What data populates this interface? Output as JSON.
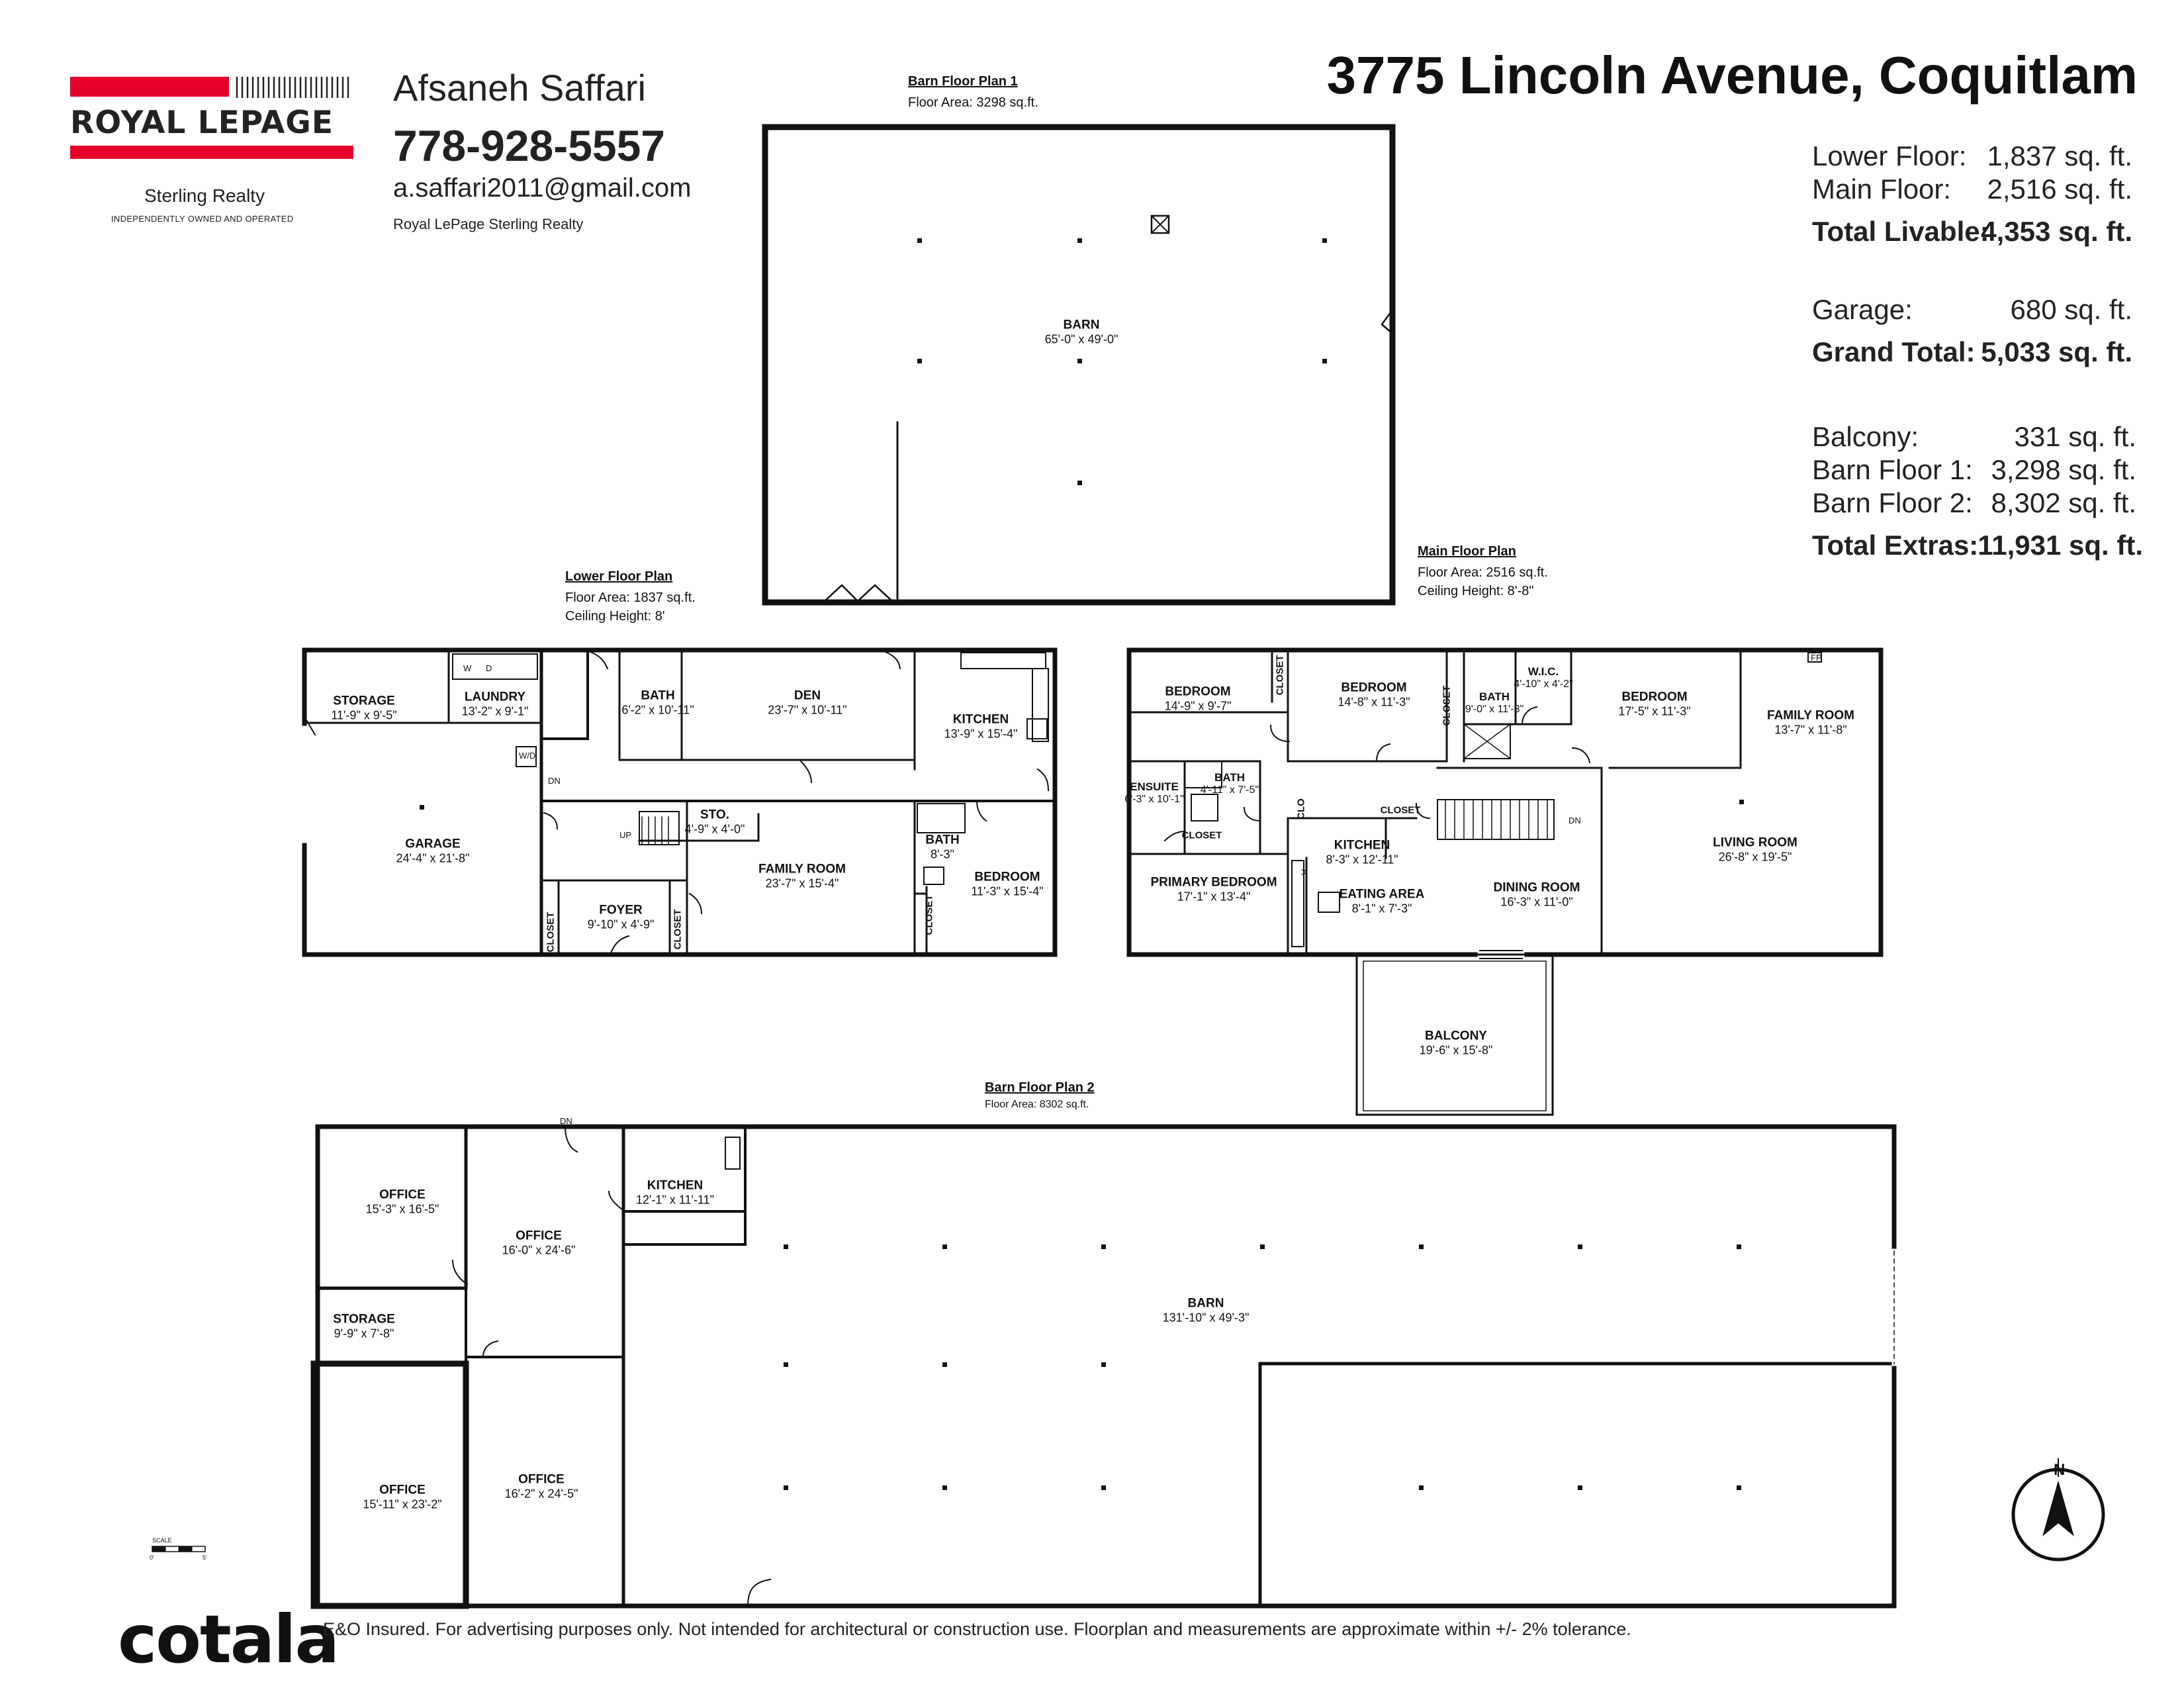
{
  "branding": {
    "logo_text": "ROYAL LEPAGE",
    "office": "Sterling Realty",
    "tagline": "INDEPENDENTLY OWNED AND OPERATED",
    "brand_red": "#e4002b"
  },
  "agent": {
    "name": "Afsaneh Saffari",
    "phone": "778-928-5557",
    "email": "a.saffari2011@gmail.com",
    "company": "Royal LePage Sterling Realty"
  },
  "title": "3775 Lincoln Avenue, Coquitlam",
  "summary": {
    "lower_label": "Lower Floor:",
    "lower_value": "1,837 sq. ft.",
    "main_label": "Main Floor:",
    "main_value": "2,516 sq. ft.",
    "livable_label": "Total Livable:",
    "livable_value": "4,353 sq. ft.",
    "garage_label": "Garage:",
    "garage_value": "680 sq. ft.",
    "grand_label": "Grand Total:",
    "grand_value": "5,033 sq. ft.",
    "balcony_label": "Balcony:",
    "balcony_value": "331 sq. ft.",
    "barn1_label": "Barn Floor 1:",
    "barn1_value": "3,298 sq. ft.",
    "barn2_label": "Barn Floor 2:",
    "barn2_value": "8,302 sq. ft.",
    "extras_label": "Total Extras:",
    "extras_value": "11,931 sq. ft."
  },
  "plans": {
    "barn1": {
      "title": "Barn Floor Plan 1",
      "area": "Floor Area: 3298 sq.ft."
    },
    "lower": {
      "title": "Lower Floor Plan",
      "area": "Floor Area: 1837 sq.ft.",
      "ceiling": "Ceiling Height: 8'"
    },
    "main": {
      "title": "Main Floor Plan",
      "area": "Floor Area: 2516 sq.ft.",
      "ceiling": "Ceiling Height: 8'-8\""
    },
    "barn2": {
      "title": "Barn Floor Plan 2",
      "area": "Floor Area: 8302 sq.ft."
    }
  },
  "rooms": {
    "barn1": [
      {
        "name": "BARN",
        "dim": "65'-0\" x 49'-0\""
      }
    ],
    "lower": [
      {
        "name": "STORAGE",
        "dim": "11'-9\" x 9'-5\""
      },
      {
        "name": "LAUNDRY",
        "dim": "13'-2\" x 9'-1\""
      },
      {
        "name": "BATH",
        "dim": "6'-2\" x 10'-11\""
      },
      {
        "name": "DEN",
        "dim": "23'-7\" x 10'-11\""
      },
      {
        "name": "KITCHEN",
        "dim": "13'-9\" x 15'-4\""
      },
      {
        "name": "GARAGE",
        "dim": "24'-4\" x 21'-8\""
      },
      {
        "name": "STO.",
        "dim": "4'-9\" x 4'-0\""
      },
      {
        "name": "FAMILY ROOM",
        "dim": "23'-7\" x 15'-4\""
      },
      {
        "name": "BATH",
        "dim": "8'-3\""
      },
      {
        "name": "BEDROOM",
        "dim": "11'-3\" x 15'-4\""
      },
      {
        "name": "FOYER",
        "dim": "9'-10\" x 4'-9\""
      },
      {
        "name": "CLOSET",
        "dim": ""
      },
      {
        "name": "CLOSET",
        "dim": ""
      },
      {
        "name": "CLOSET",
        "dim": ""
      }
    ],
    "main": [
      {
        "name": "BEDROOM",
        "dim": "14'-9\" x 9'-7\""
      },
      {
        "name": "BEDROOM",
        "dim": "14'-8\" x 11'-3\""
      },
      {
        "name": "BATH",
        "dim": "9'-0\" x 11'-3\""
      },
      {
        "name": "W.I.C.",
        "dim": "4'-10\" x 4'-2\""
      },
      {
        "name": "BEDROOM",
        "dim": "17'-5\" x 11'-3\""
      },
      {
        "name": "FAMILY ROOM",
        "dim": "13'-7\" x 11'-8\""
      },
      {
        "name": "ENSUITE",
        "dim": "6'-3\" x 10'-1\""
      },
      {
        "name": "BATH",
        "dim": "4'-11\" x 7'-5\""
      },
      {
        "name": "CLOSET",
        "dim": ""
      },
      {
        "name": "CLOSET",
        "dim": ""
      },
      {
        "name": "KITCHEN",
        "dim": "8'-3\" x 12'-11\""
      },
      {
        "name": "EATING AREA",
        "dim": "8'-1\" x 7'-3\""
      },
      {
        "name": "DINING ROOM",
        "dim": "16'-3\" x 11'-0\""
      },
      {
        "name": "PRIMARY BEDROOM",
        "dim": "17'-1\" x 13'-4\""
      },
      {
        "name": "LIVING ROOM",
        "dim": "26'-8\" x 19'-5\""
      },
      {
        "name": "BALCONY",
        "dim": "19'-6\" x 15'-8\""
      },
      {
        "name": "CLOSET",
        "dim": ""
      },
      {
        "name": "CLOSET",
        "dim": ""
      },
      {
        "name": "CLO",
        "dim": ""
      }
    ],
    "barn2": [
      {
        "name": "OFFICE",
        "dim": "15'-3\" x 16'-5\""
      },
      {
        "name": "OFFICE",
        "dim": "16'-0\" x 24'-6\""
      },
      {
        "name": "KITCHEN",
        "dim": "12'-1\" x 11'-11\""
      },
      {
        "name": "STORAGE",
        "dim": "9'-9\" x 7'-8\""
      },
      {
        "name": "BARN",
        "dim": "131'-10\" x 49'-3\""
      },
      {
        "name": "OFFICE",
        "dim": "15'-11\" x 23'-2\""
      },
      {
        "name": "OFFICE",
        "dim": "16'-2\" x 24'-5\""
      }
    ]
  },
  "labels": {
    "up": "UP",
    "dn": "DN",
    "wd": "W/D",
    "fp": "FP",
    "w": "W",
    "d": "D",
    "x": "X",
    "north": "N",
    "scale": "SCALE",
    "scale_0": "0'",
    "scale_5": "5'"
  },
  "footer": {
    "brand": "cotala",
    "disclaimer": "E&O Insured. For advertising purposes only. Not intended for architectural or construction use. Floorplan and measurements are approximate within +/- 2% tolerance."
  }
}
